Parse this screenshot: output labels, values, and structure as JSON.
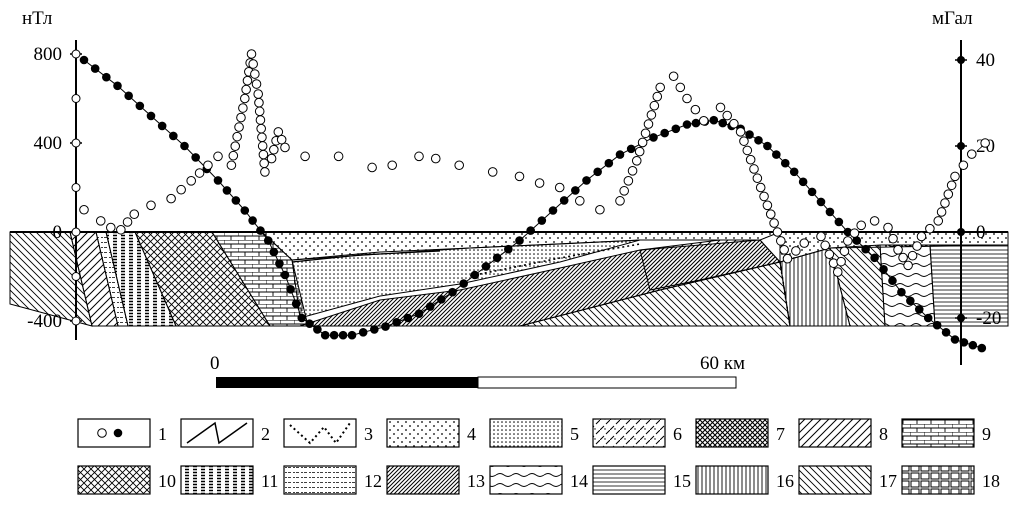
{
  "left_axis": {
    "unit": "нТл",
    "ticks": [
      {
        "value": 800,
        "label": "800"
      },
      {
        "value": 400,
        "label": "400"
      },
      {
        "value": 0,
        "label": "0"
      },
      {
        "value": -400,
        "label": "-400"
      }
    ]
  },
  "right_axis": {
    "unit": "мГал",
    "ticks": [
      {
        "value": 40,
        "label": "40"
      },
      {
        "value": 20,
        "label": "20"
      },
      {
        "value": 0,
        "label": "0"
      },
      {
        "value": -20,
        "label": "-20"
      }
    ]
  },
  "scale_bar": {
    "start_label": "0",
    "end_label": "60 км"
  },
  "magnetic_series_nT": [
    [
      0,
      100
    ],
    [
      5,
      50
    ],
    [
      8,
      20
    ],
    [
      11,
      10
    ],
    [
      15,
      80
    ],
    [
      20,
      120
    ],
    [
      26,
      150
    ],
    [
      32,
      230
    ],
    [
      37,
      300
    ],
    [
      40,
      340
    ],
    [
      44,
      300
    ],
    [
      48,
      600
    ],
    [
      50,
      800
    ],
    [
      52,
      620
    ],
    [
      54,
      270
    ],
    [
      56,
      330
    ],
    [
      58,
      450
    ],
    [
      60,
      380
    ],
    [
      66,
      340
    ],
    [
      76,
      340
    ],
    [
      86,
      290
    ],
    [
      92,
      300
    ],
    [
      100,
      340
    ],
    [
      105,
      330
    ],
    [
      112,
      300
    ],
    [
      122,
      270
    ],
    [
      130,
      250
    ],
    [
      136,
      220
    ],
    [
      142,
      200
    ],
    [
      148,
      140
    ],
    [
      154,
      100
    ],
    [
      160,
      140
    ],
    [
      165,
      320
    ],
    [
      172,
      650
    ],
    [
      176,
      700
    ],
    [
      180,
      600
    ],
    [
      185,
      500
    ],
    [
      190,
      560
    ],
    [
      196,
      450
    ],
    [
      202,
      200
    ],
    [
      206,
      40
    ],
    [
      210,
      -120
    ],
    [
      215,
      -50
    ],
    [
      220,
      -20
    ],
    [
      225,
      -180
    ],
    [
      228,
      -40
    ],
    [
      232,
      30
    ],
    [
      236,
      50
    ],
    [
      240,
      20
    ],
    [
      243,
      -80
    ],
    [
      246,
      -150
    ],
    [
      250,
      -20
    ],
    [
      255,
      50
    ],
    [
      260,
      250
    ],
    [
      265,
      350
    ],
    [
      269,
      400
    ]
  ],
  "gravity_series_mGal": [
    [
      0,
      40
    ],
    [
      10,
      34
    ],
    [
      20,
      27
    ],
    [
      30,
      20
    ],
    [
      40,
      12
    ],
    [
      48,
      5
    ],
    [
      55,
      -2
    ],
    [
      60,
      -10
    ],
    [
      65,
      -20
    ],
    [
      72,
      -24
    ],
    [
      80,
      -24
    ],
    [
      90,
      -22
    ],
    [
      100,
      -19
    ],
    [
      110,
      -14
    ],
    [
      120,
      -8
    ],
    [
      130,
      -2
    ],
    [
      140,
      5
    ],
    [
      150,
      12
    ],
    [
      160,
      18
    ],
    [
      170,
      22
    ],
    [
      180,
      25
    ],
    [
      188,
      26
    ],
    [
      196,
      24
    ],
    [
      204,
      20
    ],
    [
      212,
      14
    ],
    [
      220,
      7
    ],
    [
      228,
      0
    ],
    [
      236,
      -6
    ],
    [
      244,
      -14
    ],
    [
      252,
      -20
    ],
    [
      260,
      -25
    ],
    [
      268,
      -27
    ]
  ],
  "legend": [
    {
      "n": "1",
      "pattern": "circles",
      "label": "1"
    },
    {
      "n": "2",
      "pattern": "solid-line",
      "label": "2"
    },
    {
      "n": "3",
      "pattern": "dotted-line",
      "label": "3"
    },
    {
      "n": "4",
      "pattern": "sparse-dots",
      "label": "4"
    },
    {
      "n": "5",
      "pattern": "dense-dots",
      "label": "5"
    },
    {
      "n": "6",
      "pattern": "dashed-diagonal",
      "label": "6"
    },
    {
      "n": "7",
      "pattern": "dense-crosshatch",
      "label": "7"
    },
    {
      "n": "8",
      "pattern": "diagonal-lines",
      "label": "8"
    },
    {
      "n": "9",
      "pattern": "brick",
      "label": "9"
    },
    {
      "n": "10",
      "pattern": "crosshatch",
      "label": "10"
    },
    {
      "n": "11",
      "pattern": "dash-grid",
      "label": "11"
    },
    {
      "n": "12",
      "pattern": "dashed-horizontal",
      "label": "12"
    },
    {
      "n": "13",
      "pattern": "dense-diagonal",
      "label": "13"
    },
    {
      "n": "14",
      "pattern": "waves",
      "label": "14"
    },
    {
      "n": "15",
      "pattern": "horizontal-lines",
      "label": "15"
    },
    {
      "n": "16",
      "pattern": "vertical-lines",
      "label": "16"
    },
    {
      "n": "17",
      "pattern": "back-diagonal",
      "label": "17"
    },
    {
      "n": "18",
      "pattern": "block-grid",
      "label": "18"
    }
  ]
}
